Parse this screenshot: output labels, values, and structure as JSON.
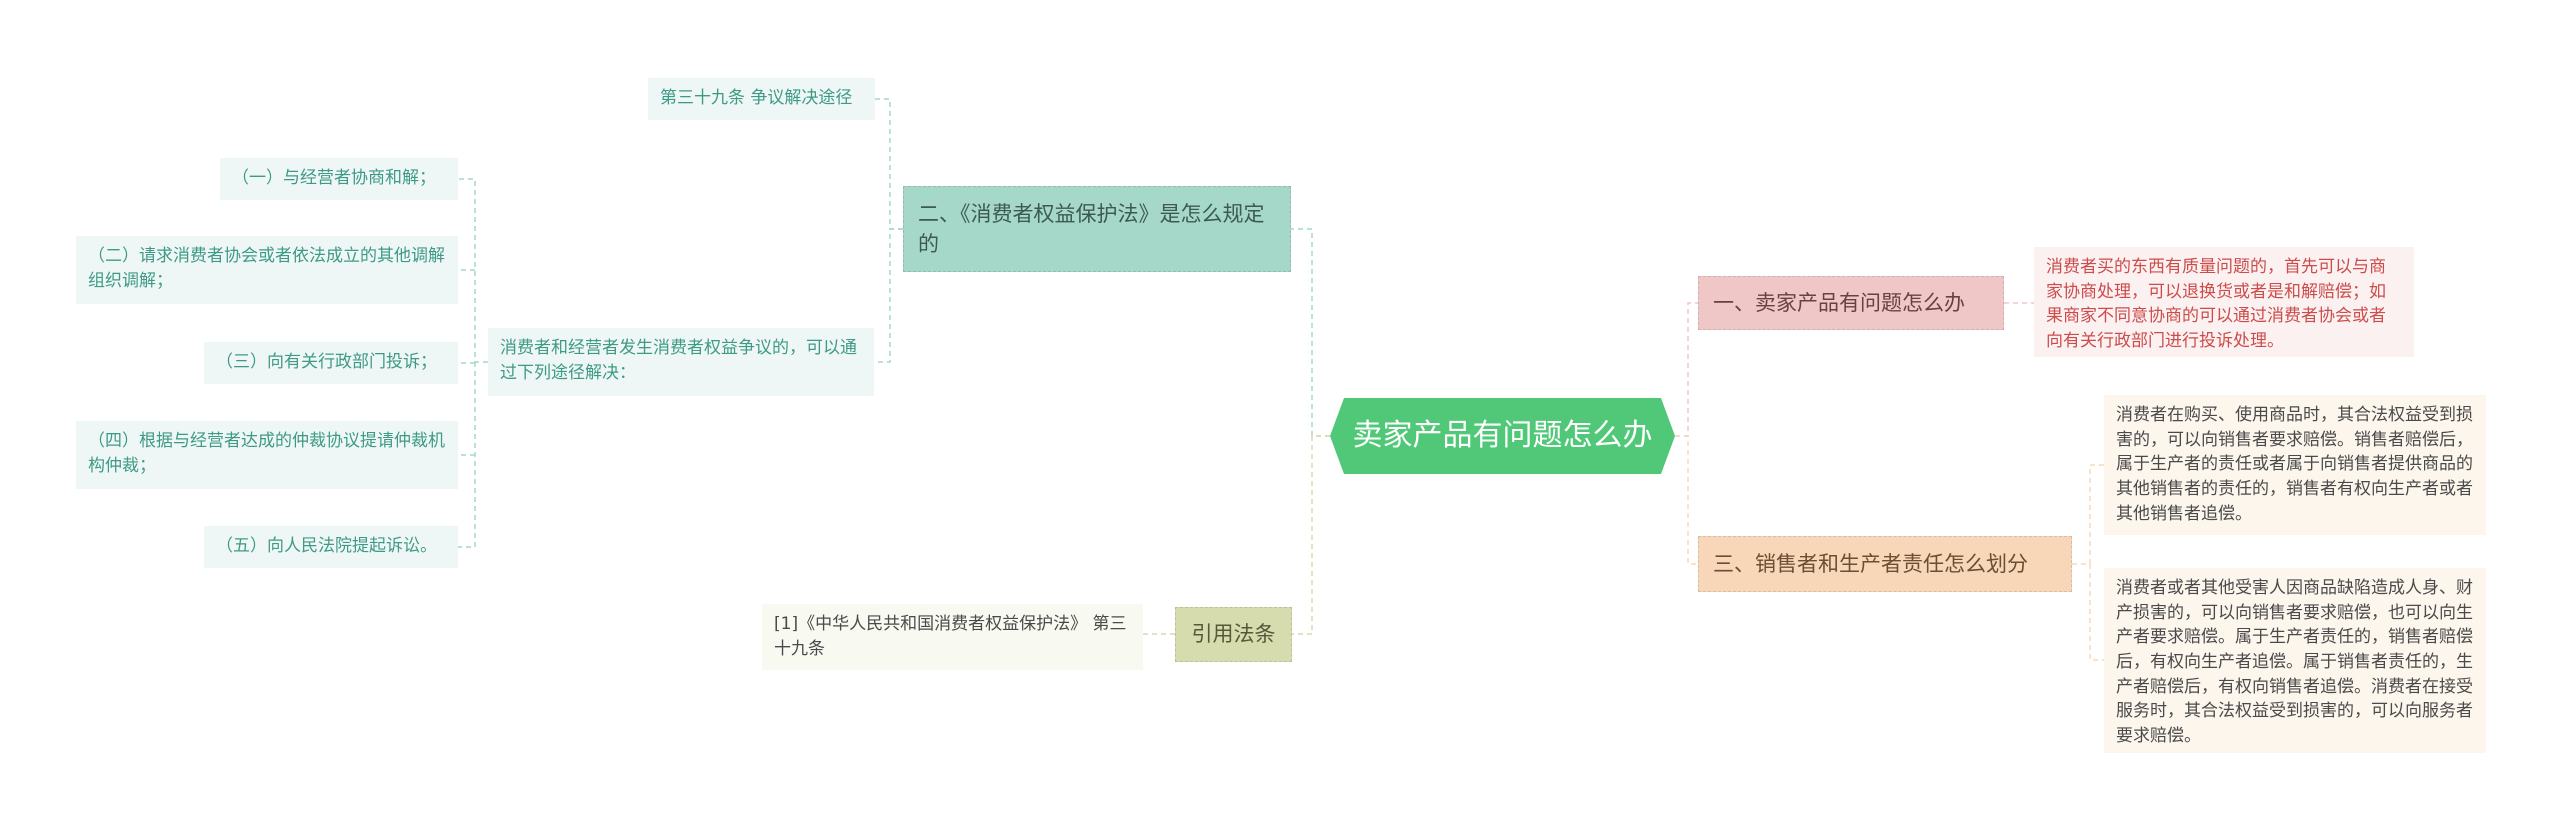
{
  "root": {
    "label": "卖家产品有问题怎么办"
  },
  "branches": {
    "law": {
      "label": "二、《消费者权益保护法》是怎么规定的",
      "article": "第三十九条 争议解决途径",
      "intro": "消费者和经营者发生消费者权益争议的，可以通过下列途径解决：",
      "ways": [
        "（一）与经营者协商和解；",
        "（二）请求消费者协会或者依法成立的其他调解组织调解；",
        "（三）向有关行政部门投诉；",
        "（四）根据与经营者达成的仲裁协议提请仲裁机构仲裁；",
        "（五）向人民法院提起诉讼。"
      ]
    },
    "cite": {
      "label": "引用法条",
      "ref": "[1]《中华人民共和国消费者权益保护法》 第三十九条"
    },
    "problem": {
      "label": "一、卖家产品有问题怎么办",
      "detail": "消费者买的东西有质量问题的，首先可以与商家协商处理，可以退换货或者是和解赔偿；如果商家不同意协商的可以通过消费者协会或者向有关行政部门进行投诉处理。"
    },
    "responsibility": {
      "label": "三、销售者和生产者责任怎么划分",
      "details": [
        "消费者在购买、使用商品时，其合法权益受到损害的，可以向销售者要求赔偿。销售者赔偿后，属于生产者的责任或者属于向销售者提供商品的其他销售者的责任的，销售者有权向生产者或者其他销售者追偿。",
        "消费者或者其他受害人因商品缺陷造成人身、财产损害的，可以向销售者要求赔偿，也可以向生产者要求赔偿。属于生产者责任的，销售者赔偿后，有权向生产者追偿。属于销售者责任的，生产者赔偿后，有权向销售者追偿。消费者在接受服务时，其合法权益受到损害的，可以向服务者要求赔偿。"
      ]
    }
  },
  "colors": {
    "root": "#50c878",
    "law_branch": "#a6d8ca",
    "cite_branch": "#d7dcae",
    "problem_branch": "#f0c7c7",
    "responsibility_branch": "#f7d7b8",
    "problem_text": "#cc4c4c",
    "teal_text": "#3e9a86"
  }
}
